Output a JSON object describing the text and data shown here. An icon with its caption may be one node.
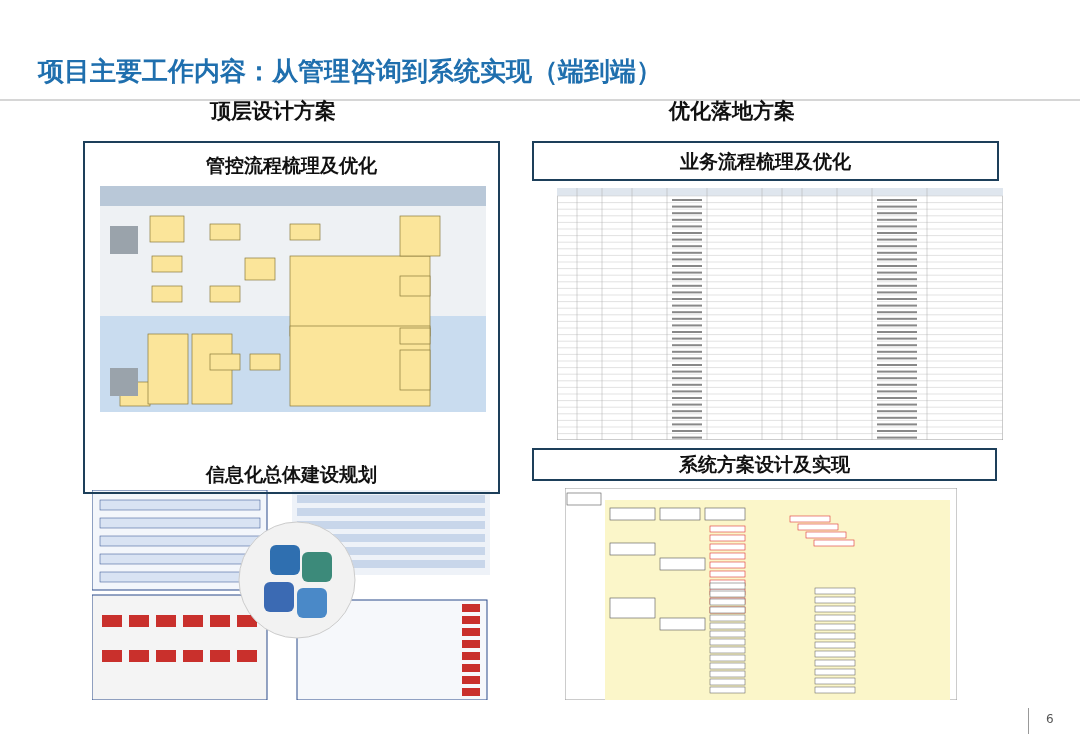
{
  "diagram": {
    "title": "项目主要工作内容：从管理咨询到系统实现（端到端）",
    "nodes": [
      {
        "text": [
          "管控流程梳理及优化",
          "信息化总体建设规划"
        ]
      },
      {
        "text": [
          "业务流程梳理及优化"
        ]
      },
      {
        "text": [
          "系统方案设计及实现"
        ]
      }
    ],
    "labels": [
      "顶层设计方案",
      "优化落地方案",
      "6"
    ]
  }
}
